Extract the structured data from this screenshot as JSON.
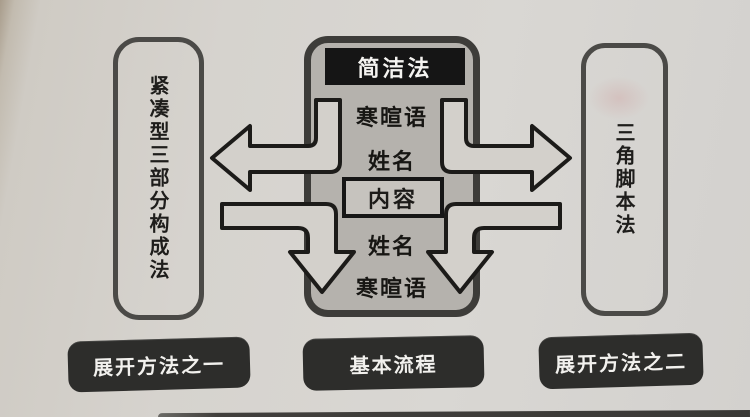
{
  "colors": {
    "paper": "#d6d3ce",
    "ink": "#1c1b19",
    "center_box_fill": "#b5b2ad",
    "center_box_border": "#3d3c39",
    "header_fill": "#151515",
    "header_text": "#f4f3f0",
    "content_box_fill": "#c6c3be",
    "dark_pill_fill": "#2d2d2b",
    "dark_pill_text": "#f2f1ee",
    "arrow_fill": "#d3d0cb"
  },
  "left_pill": {
    "label": "紧凑型三部分构成法"
  },
  "right_pill": {
    "label": "三角脚本法"
  },
  "center_box": {
    "header": "简洁法",
    "rows": [
      "寒暄语",
      "姓名",
      "内容",
      "姓名",
      "寒暄语"
    ]
  },
  "bottom_labels": {
    "left": "展开方法之一",
    "center": "基本流程",
    "right": "展开方法之二"
  },
  "icons": {
    "arrow_out_left": "curved-band-arrow-pointing-left",
    "arrow_out_right": "curved-band-arrow-pointing-right",
    "arrow_in_left": "curved-band-arrow-pointing-down-left-side",
    "arrow_in_right": "curved-band-arrow-pointing-down-right-side"
  }
}
